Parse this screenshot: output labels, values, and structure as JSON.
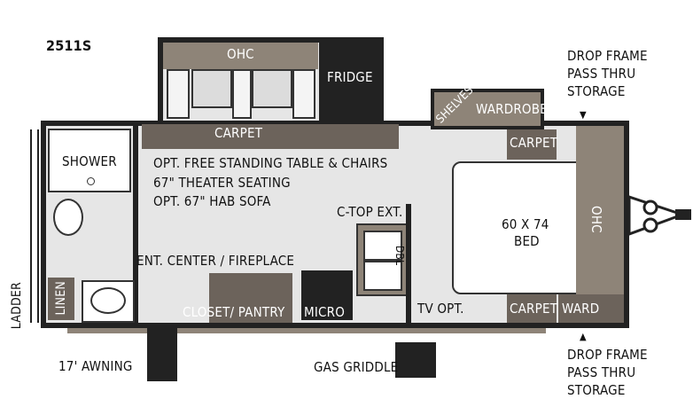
{
  "model": "2511S",
  "rooms": {
    "ohc_top": "OHC",
    "fridge": "FRIDGE",
    "carpet_slide": "CARPET",
    "shower": "SHOWER",
    "living_note_1": "OPT. FREE STANDING TABLE & CHAIRS",
    "living_note_2": "67\" THEATER SEATING",
    "living_note_3": "OPT. 67\" HAB SOFA",
    "ctop": "C-TOP EXT.",
    "ent_center": "ENT. CENTER / FIREPLACE",
    "closet": "CLOSET/ PANTRY",
    "micro": "MICRO",
    "dbl": "DBL",
    "tv": "TV OPT.",
    "shelves": "SHELVES",
    "wardrobe": "WARDROBE",
    "carpet_bed_top": "CARPET",
    "carpet_bed_bottom": "CARPET",
    "ward": "WARD",
    "bed_line1": "60 X 74",
    "bed_line2": "BED",
    "ohc_bed": "OHC",
    "linen": "LINEN"
  },
  "exterior": {
    "ladder": "LADDER",
    "awning": "17' AWNING",
    "gas_griddle": "GAS GRIDDLE",
    "drop_top": [
      "DROP FRAME",
      "PASS THRU",
      "STORAGE"
    ],
    "drop_bottom": [
      "DROP FRAME",
      "PASS THRU",
      "STORAGE"
    ]
  },
  "colors": {
    "wall": "#222222",
    "carpet": "#9b8d7f",
    "floor": "#e6e6e6",
    "dark_panel": "#6c635b"
  }
}
